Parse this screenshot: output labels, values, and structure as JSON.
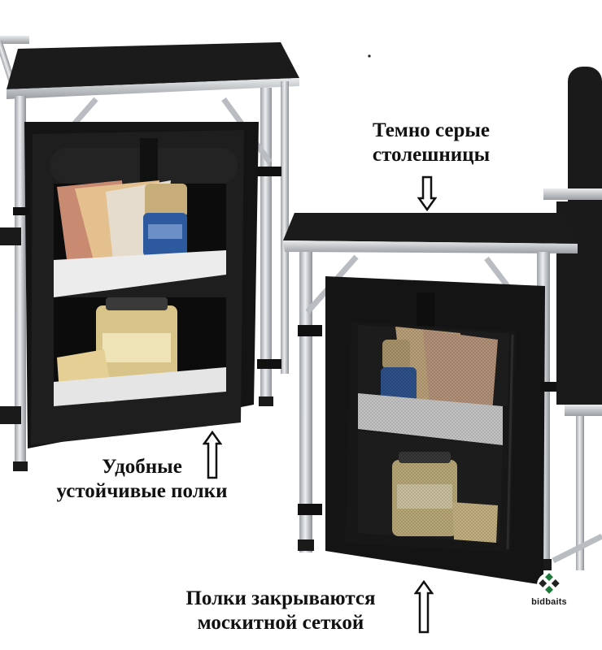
{
  "captions": {
    "top": {
      "line1": "Темно серые",
      "line2": "столешницы"
    },
    "middle": {
      "line1": "Удобные",
      "line2": "устойчивые полки"
    },
    "bottom": {
      "line1": "Полки закрываются",
      "line2": "москитной сеткой"
    }
  },
  "logo": {
    "text": "bidbaits"
  },
  "colors": {
    "tabletop": "#1c1c1c",
    "frame": "#c9ccd0",
    "fabric": "#141414",
    "shelf": "#e8e8e8"
  }
}
